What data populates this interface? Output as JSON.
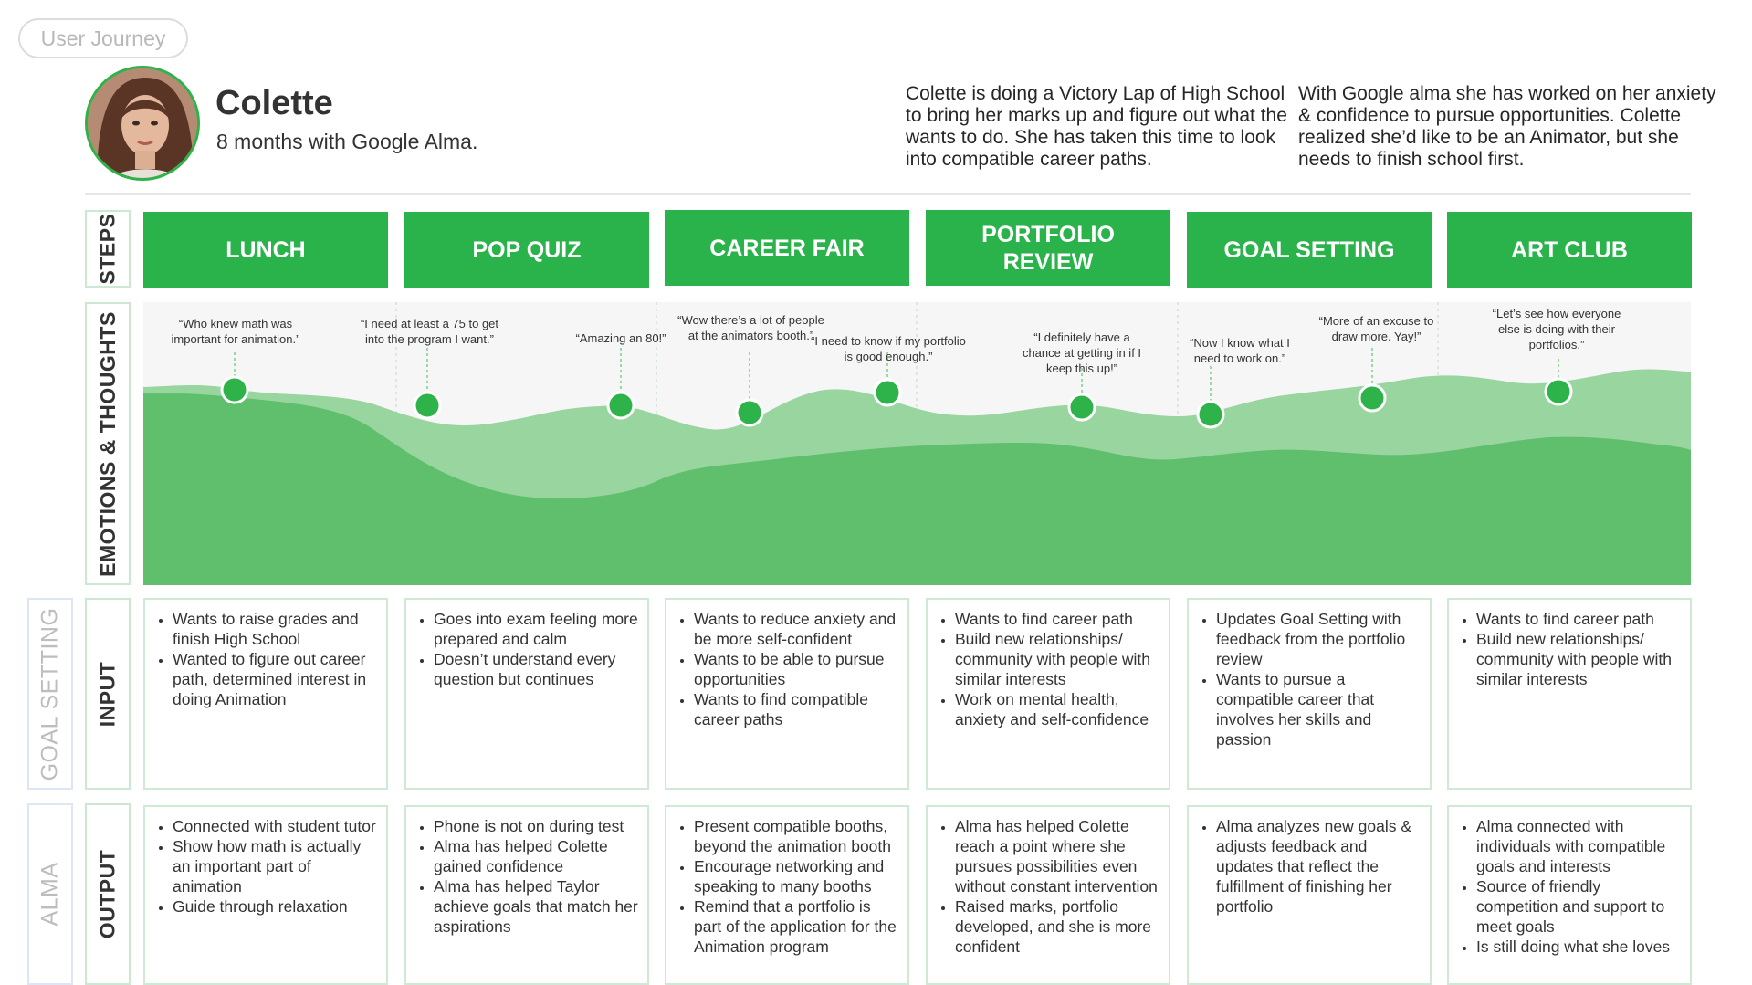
{
  "header": {
    "tag": "User Journey",
    "persona_name": "Colette",
    "persona_subtitle": "8 months with Google Alma.",
    "description_1": "Colette is doing a Victory Lap of High School to bring her marks up and figure out what the wants to do. She has taken this time to look into compatible career paths.",
    "description_2": "With Google alma she has worked on her anxiety & confidence to pursue opportunities. Colette realized she’d like to be an Animator, but she needs to finish school first."
  },
  "row_labels": {
    "steps": "STEPS",
    "emotions": "EMOTIONS & THOUGHTS",
    "input": "INPUT",
    "output": "OUTPUT"
  },
  "side_labels": {
    "goal_setting": "GOAL SETTING",
    "alma": "ALMA"
  },
  "steps": [
    "LUNCH",
    "POP QUIZ",
    "CAREER FAIR",
    "PORTFOLIO REVIEW",
    "GOAL SETTING",
    "ART CLUB"
  ],
  "thoughts": [
    "“Who knew math was important for animation.”",
    "“I need at least a 75 to get into the program I want.”",
    "“Amazing an 80!”",
    "“Wow there’s a lot of people at the animators booth.”",
    "“I need to know if my portfolio is good enough.”",
    "“I definitely have a chance at getting in if I keep this up!”",
    "“Now I know what I need to work on.”",
    "“More of an excuse to draw more. Yay!”",
    "“Let’s see how everyone else is doing with their portfolios.”"
  ],
  "inputs": [
    [
      "Wants to raise grades and finish High School",
      "Wanted to figure out career path, determined interest in doing Animation"
    ],
    [
      "Goes into exam feeling more prepared and calm",
      "Doesn’t understand every question but continues"
    ],
    [
      "Wants to reduce anxiety and be more self-confident",
      "Wants to be able to pursue opportunities",
      "Wants to find compatible career paths"
    ],
    [
      "Wants to find career path",
      "Build new relationships/ community with people with similar interests",
      "Work on mental health, anxiety and self-confidence"
    ],
    [
      "Updates Goal Setting with feedback from the portfolio review",
      "Wants to pursue a compatible career that involves her skills and passion"
    ],
    [
      "Wants to find career path",
      "Build new relationships/ community with people with similar interests"
    ]
  ],
  "outputs": [
    [
      "Connected with student tutor",
      "Show how math is actually an important part of animation",
      "Guide through relaxation"
    ],
    [
      "Phone is not on during test",
      "Alma has helped Colette gained confidence",
      "Alma has helped Taylor achieve goals that match her aspirations"
    ],
    [
      "Present compatible booths, beyond the animation booth",
      "Encourage networking and speaking to many booths",
      "Remind that a portfolio is part of the application for the Animation program"
    ],
    [
      "Alma has helped Colette reach a point where she pursues possibilities even without constant intervention",
      "Raised marks, portfolio developed, and she is more confident"
    ],
    [
      "Alma analyzes new goals & adjusts feedback and updates that reflect the fulfillment of finishing her portfolio"
    ],
    [
      "Alma connected with individuals with compatible goals and interests",
      "Source of friendly competition and support to meet goals",
      "Is still doing what she loves"
    ]
  ],
  "colors": {
    "accent_green": "#2ab24b",
    "area_light": "#98d59f",
    "area_dark": "#5fbf6c",
    "dot": "#2db34a"
  }
}
